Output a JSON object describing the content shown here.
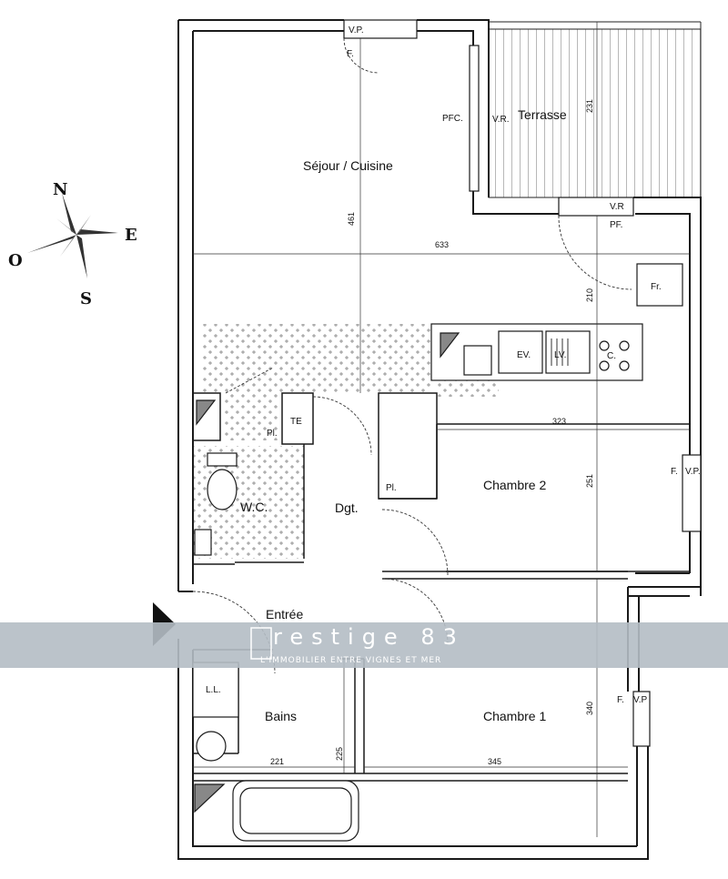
{
  "rooms": {
    "sejour": "Séjour / Cuisine",
    "terrasse": "Terrasse",
    "chambre1": "Chambre 1",
    "chambre2": "Chambre 2",
    "bains": "Bains",
    "wc": "W.C.",
    "dgt": "Dgt.",
    "entree": "Entrée"
  },
  "fixtures": {
    "vp": "V.P.",
    "vp_short": "V.P",
    "f": "F.",
    "pfc": "PFC.",
    "vr": "V.R.",
    "vr_short": "V.R",
    "pf": "PF.",
    "fr": "Fr.",
    "ev": "EV.",
    "lv": "LV.",
    "c": "C.",
    "te": "TE",
    "pl": "Pl.",
    "ll": "L.L."
  },
  "dimensions": {
    "d461": "461",
    "d633": "633",
    "d231": "231",
    "d210": "210",
    "d323": "323",
    "d251": "251",
    "d340": "340",
    "d221": "221",
    "d225": "225",
    "d345": "345"
  },
  "compass": {
    "n": "N",
    "e": "E",
    "s": "S",
    "o": "O"
  },
  "watermark": {
    "title": "restige 83",
    "subtitle": "L'IMMOBILIER ENTRE VIGNES ET MER",
    "band_color": "#b4bcc4"
  }
}
